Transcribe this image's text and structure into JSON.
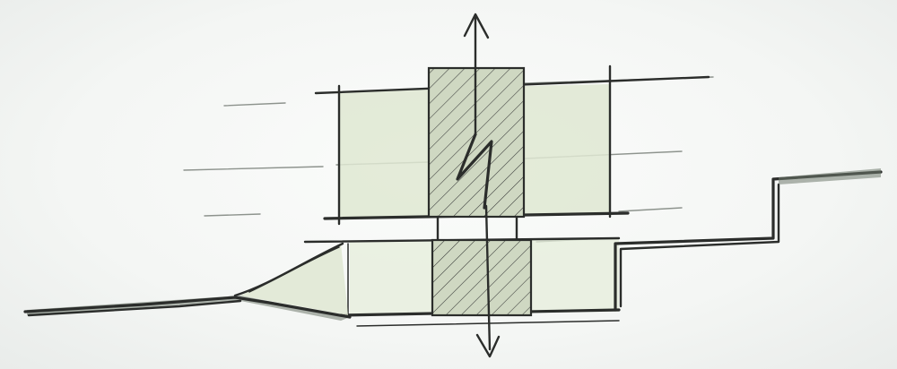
{
  "diagram": {
    "kind": "architectural-section-sketch",
    "medium": "pen-and-marker-on-paper",
    "colors": {
      "ink": "#2b2d2b",
      "faint_ink": "#8d938d",
      "wash_green": "#dfe8d2",
      "hatch_fill": "#cfd8c2",
      "paper": "#f4f6f4"
    },
    "elements": [
      "upper-volume",
      "lower-volume",
      "hatched-core-upper",
      "hatched-core-lower",
      "vertical-circulation-arrow",
      "lightning-zigzag",
      "ground-line",
      "ramp-wedge",
      "stepped-terrain-right",
      "level-guide-lines"
    ]
  }
}
